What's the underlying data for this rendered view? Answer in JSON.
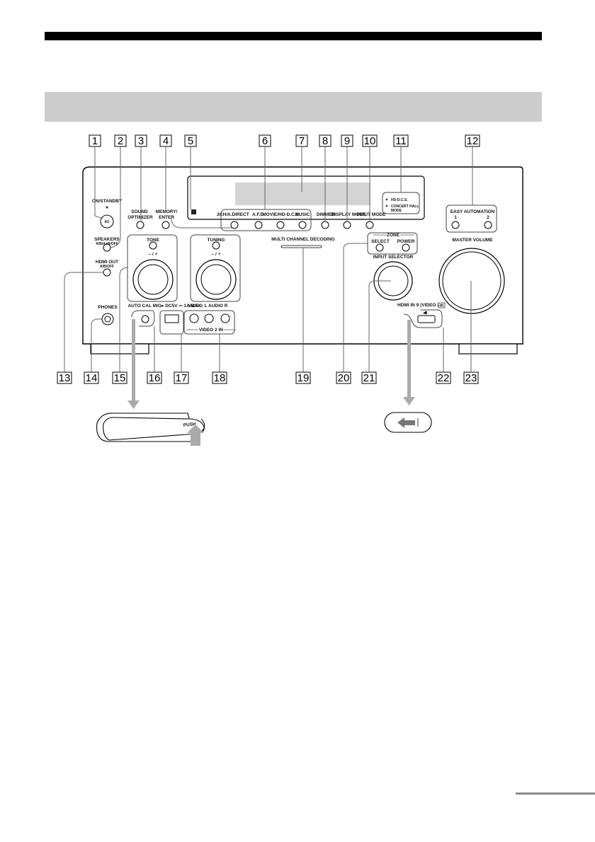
{
  "callouts": [
    "1",
    "2",
    "3",
    "4",
    "5",
    "6",
    "7",
    "8",
    "9",
    "10",
    "11",
    "12",
    "13",
    "14",
    "15",
    "16",
    "17",
    "18",
    "19",
    "20",
    "21",
    "22",
    "23"
  ],
  "panel": {
    "on_standby": "ON/STANDBY",
    "power_symbol": "I/⏻",
    "sound_optimizer_1": "SOUND",
    "sound_optimizer_2": "OPTIMIZER",
    "memory_enter_1": "MEMORY/",
    "memory_enter_2": "ENTER",
    "speakers_1": "SPEAKERS",
    "speakers_2": "A/B/A+B/OFF",
    "tone": "TONE",
    "tuning": "TUNING",
    "minus_plus": "– / +",
    "hdmi_out_1": "HDMI OUT",
    "hdmi_out_2": "A/B/OFF",
    "phones": "PHONES",
    "auto_cal_mic": "AUTO CAL MIC",
    "dc5v": "⬰ DC5V ⎓ 1A MAX",
    "video": "VIDEO",
    "l_audio_r": "L  AUDIO  R",
    "video2_in": "VIDEO 2 IN",
    "btn_2ch": "2CH/A.DIRECT",
    "btn_afd": "A.F.D.",
    "btn_movie": "MOVIE/HD-D.C.S.",
    "btn_music": "MUSIC",
    "btn_dimmer": "DIMMER",
    "btn_display": "DISPLAY MODE",
    "btn_input_mode": "INPUT MODE",
    "hd_dcs": "HD-D.C.S.",
    "concert_hall_1": "CONCERT HALL",
    "concert_hall_2": "MODE",
    "easy_automation": "EASY AUTOMATION",
    "ea_1": "1",
    "ea_2": "2",
    "multi_channel": "MULTI CHANNEL DECODING",
    "zone": "ZONE",
    "zone_select": "SELECT",
    "zone_power": "POWER",
    "input_selector": "INPUT SELECTOR",
    "master_volume": "MASTER VOLUME",
    "hdmi_in": "HDMI IN 9 (VIDEO 2)",
    "four_k": "4K"
  },
  "cover": {
    "push": "PUSH"
  }
}
